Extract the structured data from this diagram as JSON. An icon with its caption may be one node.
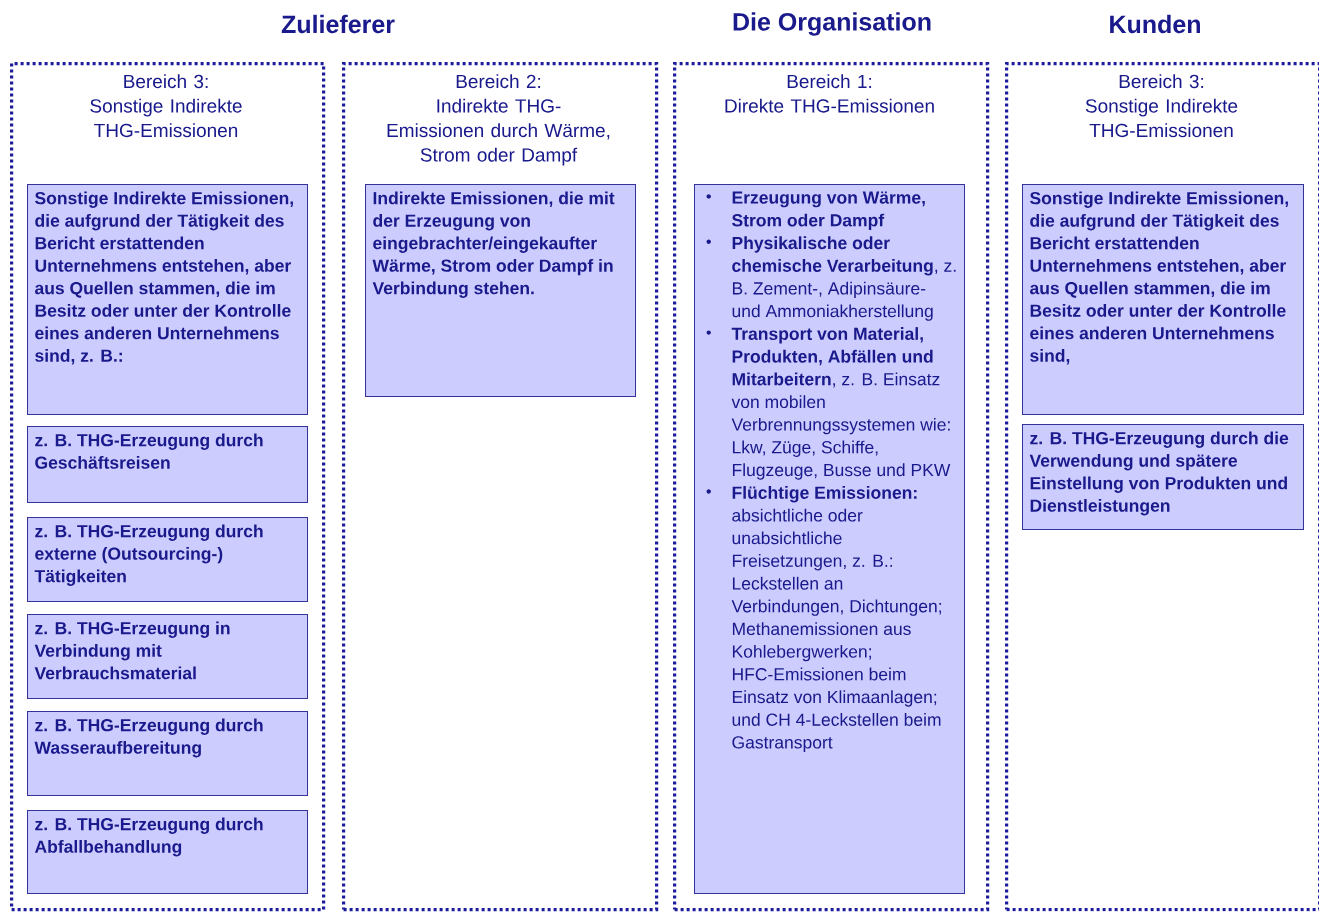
{
  "diagram": {
    "nodes": [
      {
        "text": [
          "Bereich 3:",
          "Sonstige Indirekte THG-Emissionen"
        ]
      },
      {
        "text": [
          "Sonstige Indirekte Emissionen, die aufgrund der Tätigkeit des Bericht erstattenden Unternehmens entstehen, aber aus Quellen stammen, die im Besitz oder unter der Kontrolle eines anderen Unternehmens sind, z. B.:"
        ],
        "in": 0
      },
      {
        "text": [
          "z. B. THG-Erzeugung durch Geschäftsreisen"
        ],
        "in": 0
      },
      {
        "text": [
          "z. B. THG-Erzeugung durch externe (Outsourcing-) Tätigkeiten"
        ],
        "in": 0
      },
      {
        "text": [
          "z. B. THG-Erzeugung in Verbindung mit Verbrauchsmaterial"
        ],
        "in": 0
      },
      {
        "text": [
          "z. B. THG-Erzeugung durch Wasseraufbereitung"
        ],
        "in": 0
      },
      {
        "text": [
          "z. B. THG-Erzeugung durch Abfallbehandlung"
        ],
        "in": 0
      },
      {
        "text": [
          "Bereich 2:",
          "Indirekte THG-Emissionen durch Wärme, Strom oder Dampf"
        ]
      },
      {
        "text": [
          "Indirekte Emissionen, die mit der Erzeugung von eingebrachter/eingekaufter Wärme, Strom oder Dampf in Verbindung stehen."
        ],
        "in": 7
      },
      {
        "text": [
          "Bereich 1:",
          "Direkte THG-Emissionen"
        ]
      },
      {
        "text": [
          "**Erzeugung von Wärme, Strom oder Dampf**",
          "**Physikalische oder chemische Verarbeitung**, z. B. Zement-, Adipinsäure- und Ammoniakherstellung",
          "**Transport von Material, Produkten, Abfällen und Mitarbeitern**, z. B. Einsatz von mobilen Verbrennungssystemen wie: Lkw, Züge, Schiffe, Flugzeuge, Busse und PKW",
          "**Flüchtige Emissionen:** absichtliche oder unabsichtliche Freisetzungen, z. B.: Leckstellen an Verbindungen, Dichtungen; Methanemissionen aus Kohlebergwerken; HFC-Emissionen beim Einsatz von Klimaanlagen; und CH 4-Leckstellen beim Gastransport"
        ],
        "in": 9
      },
      {
        "text": [
          "Bereich 3:",
          "Sonstige Indirekte THG-Emissionen"
        ]
      },
      {
        "text": [
          "Sonstige Indirekte Emissionen, die aufgrund der Tätigkeit des Bericht erstattenden Unternehmens entstehen, aber aus Quellen stammen, die im Besitz oder unter der Kontrolle eines anderen Unternehmens sind,"
        ],
        "in": 11
      },
      {
        "text": [
          "z. B. THG-Erzeugung durch die Verwendung und spätere Einstellung von Produkten und Dienstleistungen"
        ],
        "in": 11
      }
    ],
    "labels": [
      "Zulieferer",
      "Die Organisation",
      "Kunden"
    ]
  }
}
